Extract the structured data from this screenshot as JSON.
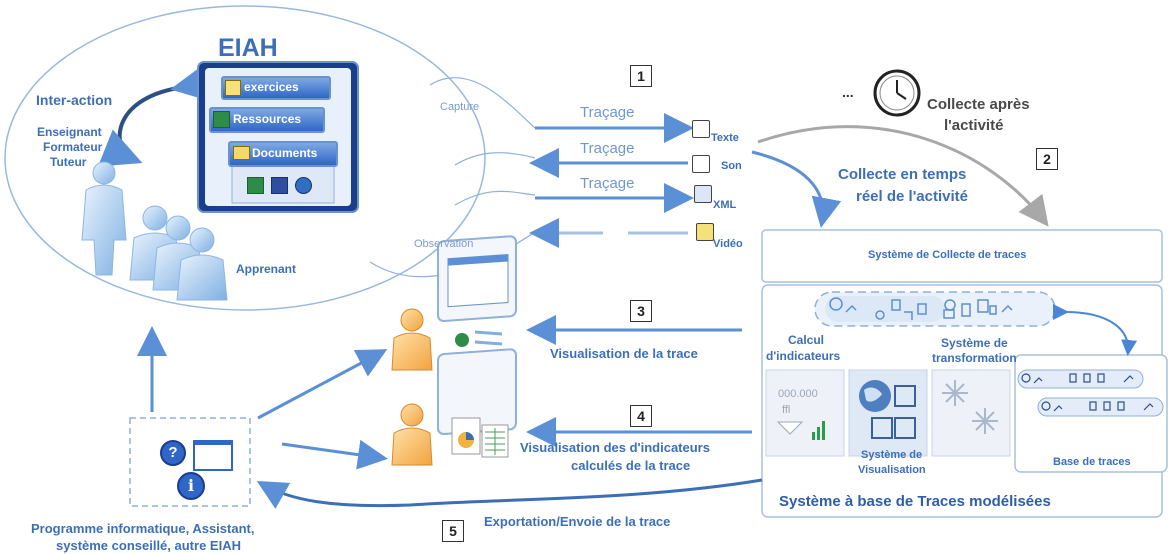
{
  "eiah": {
    "title": "EIAH",
    "interaction": "Inter-action",
    "roles": [
      "Enseignant",
      "Formateur",
      "Tuteur"
    ],
    "learner": "Apprenant",
    "tabs": [
      "exercices",
      "Ressources",
      "Documents"
    ]
  },
  "capture": {
    "capture_label": "Capture",
    "observation_label": "Observation",
    "tracing": [
      "Traçage",
      "Traçage",
      "Traçage"
    ],
    "media": [
      "Texte",
      "Son",
      "XML",
      "Vidéo"
    ]
  },
  "collect": {
    "ellipsis": "...",
    "after_line1": "Collecte après",
    "after_line2": "l'activité",
    "realtime_line1": "Collecte en temps",
    "realtime_line2": "réel de l'activité"
  },
  "steps": [
    "1",
    "2",
    "3",
    "4",
    "5"
  ],
  "system": {
    "collect_box": "Système de Collecte de traces",
    "calc_line1": "Calcul",
    "calc_line2": "d'indicateurs",
    "transform_line1": "Système de",
    "transform_line2": "transformation",
    "indicator_value": "000.000",
    "indicator_unit": "ffl",
    "visu_line1": "Système de",
    "visu_line2": "Visualisation",
    "base": "Base de traces",
    "footer": "Système à base de Traces modélisées"
  },
  "visualisation": {
    "trace": "Visualisation de la trace",
    "indicators_line1": "Visualisation des d'indicateurs",
    "indicators_line2": "calculés de la trace"
  },
  "export": {
    "label": "Exportation/Envoie de la trace",
    "program_line1": "Programme informatique, Assistant,",
    "program_line2": "système conseillé, autre EIAH"
  },
  "colors": {
    "accent": "#3c6fb8",
    "line_blue": "#5b8fd6",
    "gray_arrow": "#a8a8a8",
    "border_light": "#a9c0e0"
  }
}
